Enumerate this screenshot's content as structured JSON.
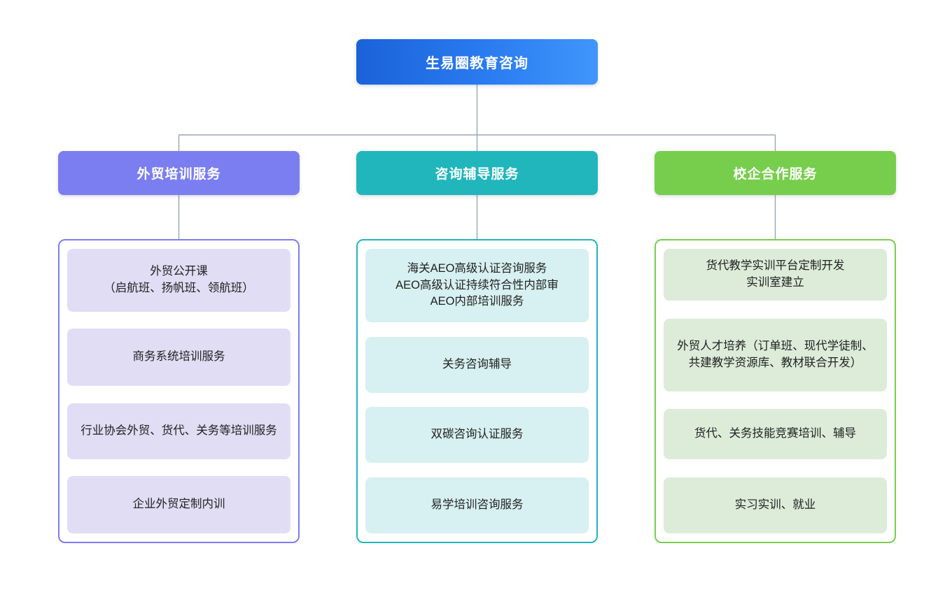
{
  "diagram": {
    "type": "organization-tree",
    "root": {
      "label": "生易圈教育咨询",
      "color": "#2a7cf0",
      "gradient_from": "#1b62d9",
      "gradient_to": "#4096fb"
    },
    "connector_color": "#9aa6b4",
    "branches": [
      {
        "label": "外贸培训服务",
        "header_color": "#7b7ef0",
        "panel_border_color": "#7b7ef0",
        "item_bg_color": "#e0ddf4",
        "items": [
          {
            "text": "外贸公开课\n（启航班、扬帆班、领航班）"
          },
          {
            "text": "商务系统培训服务"
          },
          {
            "text": "行业协会外贸、货代、关务等培训服务"
          },
          {
            "text": "企业外贸定制内训"
          }
        ]
      },
      {
        "label": "咨询辅导服务",
        "header_color": "#21b6bc",
        "panel_border_color": "#21b6bc",
        "item_bg_color": "#d7f0f1",
        "items": [
          {
            "text": "海关AEO高级认证咨询服务\nAEO高级认证持续符合性内部审\nAEO内部培训服务"
          },
          {
            "text": "关务咨询辅导"
          },
          {
            "text": "双碳咨询认证服务"
          },
          {
            "text": "易学培训咨询服务"
          }
        ]
      },
      {
        "label": "校企合作服务",
        "header_color": "#77ce4d",
        "panel_border_color": "#77ce4d",
        "item_bg_color": "#dcecd9",
        "items": [
          {
            "text": "货代教学实训平台定制开发\n实训室建立"
          },
          {
            "text": "外贸人才培养（订单班、现代学徒制、共建教学资源库、教材联合开发）"
          },
          {
            "text": "货代、关务技能竞赛培训、辅导"
          },
          {
            "text": "实习实训、就业"
          }
        ]
      }
    ]
  }
}
